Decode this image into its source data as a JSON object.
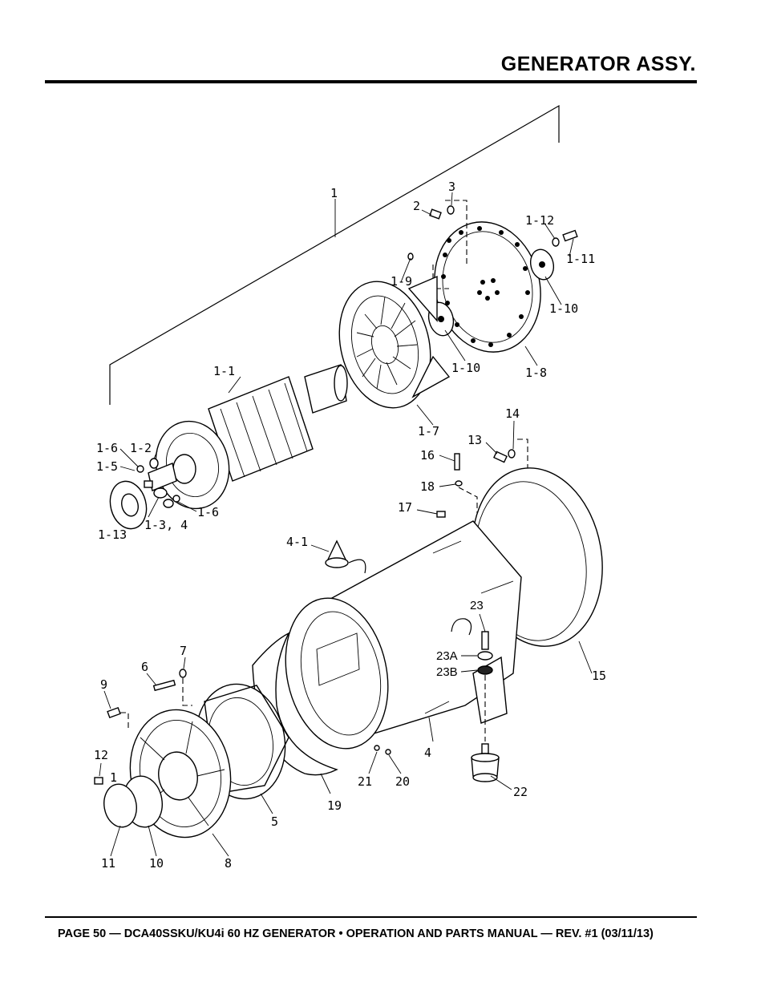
{
  "header": {
    "title": "GENERATOR ASSY."
  },
  "footer": {
    "text": "PAGE 50 — DCA40SSKU/KU4i 60 HZ GENERATOR • OPERATION AND PARTS MANUAL — REV. #1 (03/11/13)"
  },
  "callouts": [
    "1",
    "2",
    "3",
    "1-12",
    "1-11",
    "1-9",
    "1-10",
    "1-10",
    "1-8",
    "1-1",
    "1-7",
    "14",
    "13",
    "16",
    "18",
    "17",
    "1-6",
    "1-2",
    "1-5",
    "1-6",
    "1-13",
    "1-3, 4",
    "4-1",
    "23",
    "23A",
    "23B",
    "15",
    "7",
    "6",
    "9",
    "12",
    "1",
    "4",
    "21",
    "20",
    "22",
    "5",
    "19",
    "11",
    "10",
    "8"
  ]
}
